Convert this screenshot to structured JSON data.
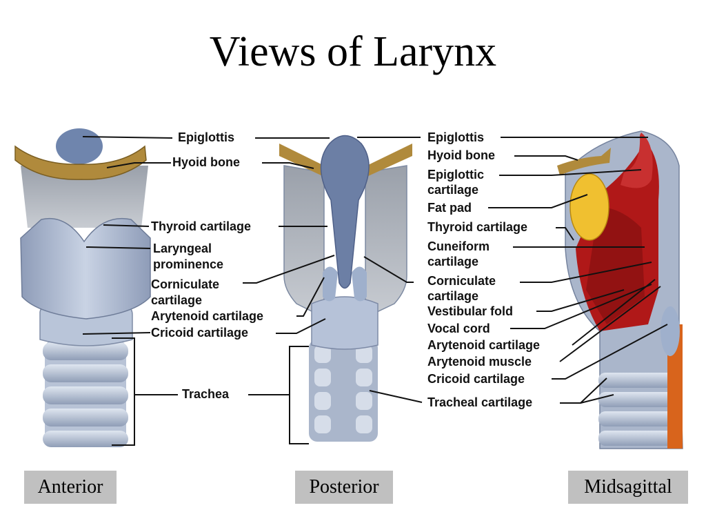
{
  "title": "Views of Larynx",
  "views": {
    "anterior": "Anterior",
    "posterior": "Posterior",
    "midsagittal": "Midsagittal"
  },
  "labels": {
    "anterior": {
      "epiglottis": "Epiglottis",
      "hyoid_bone": "Hyoid bone",
      "thyroid_cartilage": "Thyroid cartilage",
      "laryngeal_prominence": [
        "Laryngeal",
        "prominence"
      ],
      "corniculate_cartilage": [
        "Corniculate",
        "cartilage"
      ],
      "arytenoid_cartilage": "Arytenoid cartilage",
      "cricoid_cartilage": "Cricoid cartilage",
      "trachea": "Trachea"
    },
    "midsagittal": {
      "epiglottis": "Epiglottis",
      "hyoid_bone": "Hyoid bone",
      "epiglottic_cartilage": [
        "Epiglottic",
        "cartilage"
      ],
      "fat_pad": "Fat pad",
      "thyroid_cartilage": "Thyroid cartilage",
      "cuneiform_cartilage": [
        "Cuneiform",
        "cartilage"
      ],
      "corniculate_cartilage": [
        "Corniculate",
        "cartilage"
      ],
      "vestibular_fold": "Vestibular fold",
      "vocal_cord": "Vocal cord",
      "arytenoid_cartilage": "Arytenoid cartilage",
      "arytenoid_muscle": "Arytenoid muscle",
      "cricoid_cartilage": "Cricoid cartilage",
      "tracheal_cartilage": "Tracheal cartilage"
    }
  },
  "colors": {
    "cartilage": "#aab8cf",
    "cartilage_shade": "#7d8ca8",
    "bone": "#b08a3c",
    "fat": "#f0c030",
    "mucosa": "#b01818"
  }
}
